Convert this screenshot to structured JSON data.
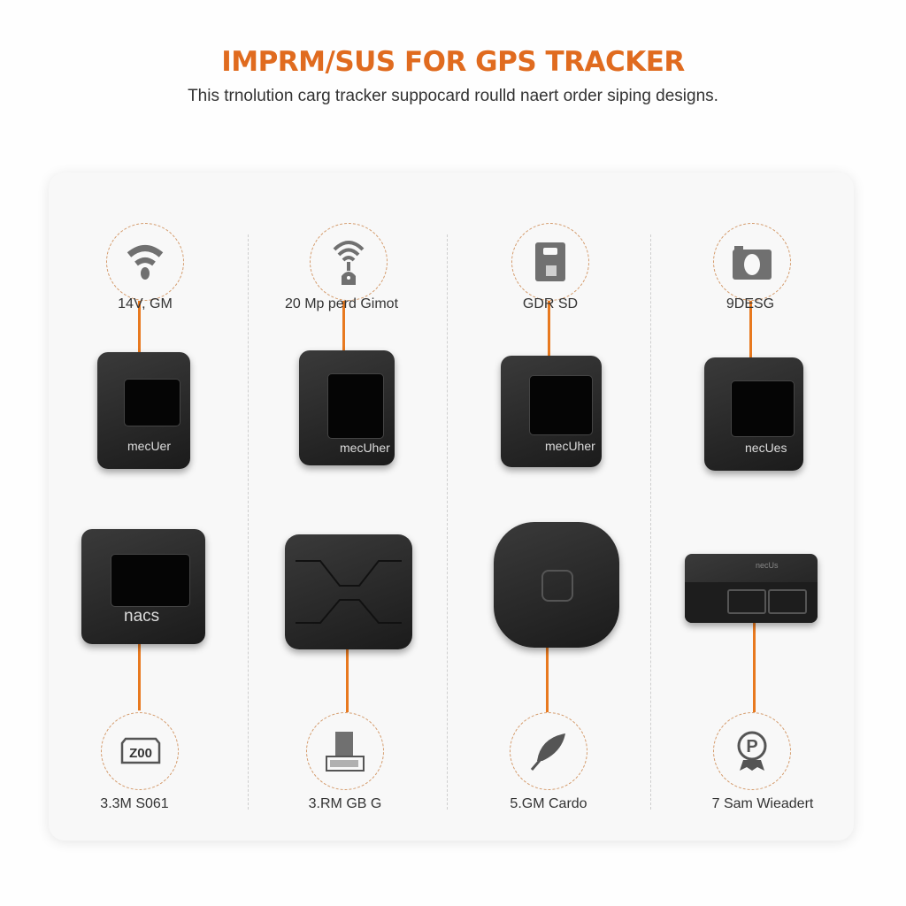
{
  "header": {
    "title": "IMPRM/SUS FOR GPS TRACKER",
    "subtitle": "This trnolution carg tracker suppocard roulld naert order siping designs."
  },
  "accent_color": "#e8791f",
  "columns": [
    {
      "top_icon": "wifi-icon",
      "top_label": "14V, GM",
      "device_top_brand": "mecUer",
      "device_bottom_brand": "nacs",
      "bottom_icon": "battery-icon",
      "bottom_icon_text": "Z00",
      "bottom_label": "3.3M S061"
    },
    {
      "top_icon": "antenna-icon",
      "top_label": "20 Mp perd Gimot",
      "device_top_brand": "mecUher",
      "bottom_icon": "sd-card-icon",
      "bottom_label": "3.RM GB G"
    },
    {
      "top_icon": "sim-card-icon",
      "top_label": "GDR SD",
      "device_top_brand": "mecUher",
      "bottom_icon": "feather-icon",
      "bottom_label": "5.GM Cardo"
    },
    {
      "top_icon": "camera-icon",
      "top_label": "9DESG",
      "device_top_brand": "necUes",
      "device_bottom_brand": "necUs",
      "bottom_icon": "parking-icon",
      "bottom_label": "7 Sam Wieadert"
    }
  ]
}
